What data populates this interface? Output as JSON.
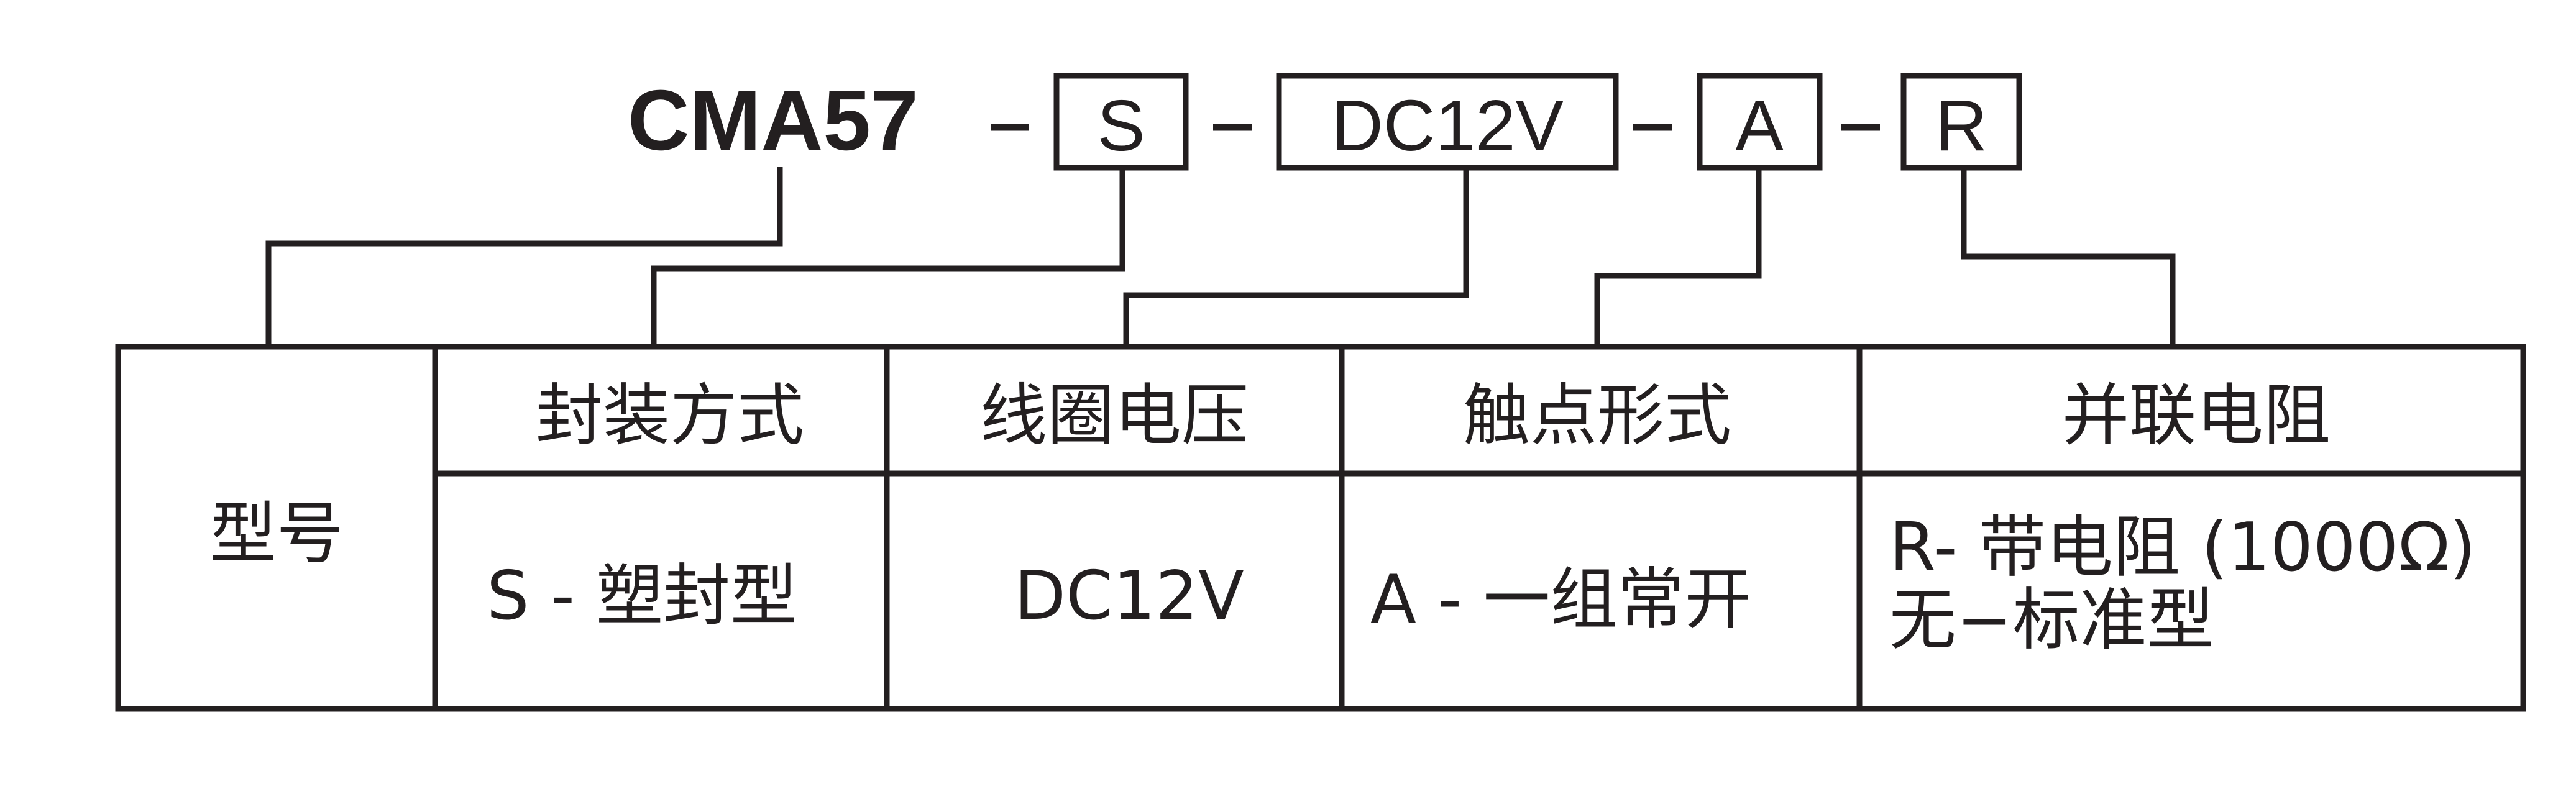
{
  "model_code": {
    "base": "CMA57",
    "separator": "-",
    "segments": [
      {
        "code": "S"
      },
      {
        "code": "DC12V"
      },
      {
        "code": "A"
      },
      {
        "code": "R"
      }
    ]
  },
  "table": {
    "model_label": "型号",
    "columns": [
      {
        "header": "封装方式",
        "value_lines": [
          "S -  塑封型"
        ]
      },
      {
        "header": "线圈电压",
        "value_lines": [
          "DC12V"
        ]
      },
      {
        "header": "触点形式",
        "value_lines": [
          "A  -  一组常开"
        ]
      },
      {
        "header": "并联电阻",
        "value_lines": [
          "R- 带电阻 (1000Ω)",
          "无−标准型"
        ]
      }
    ]
  }
}
